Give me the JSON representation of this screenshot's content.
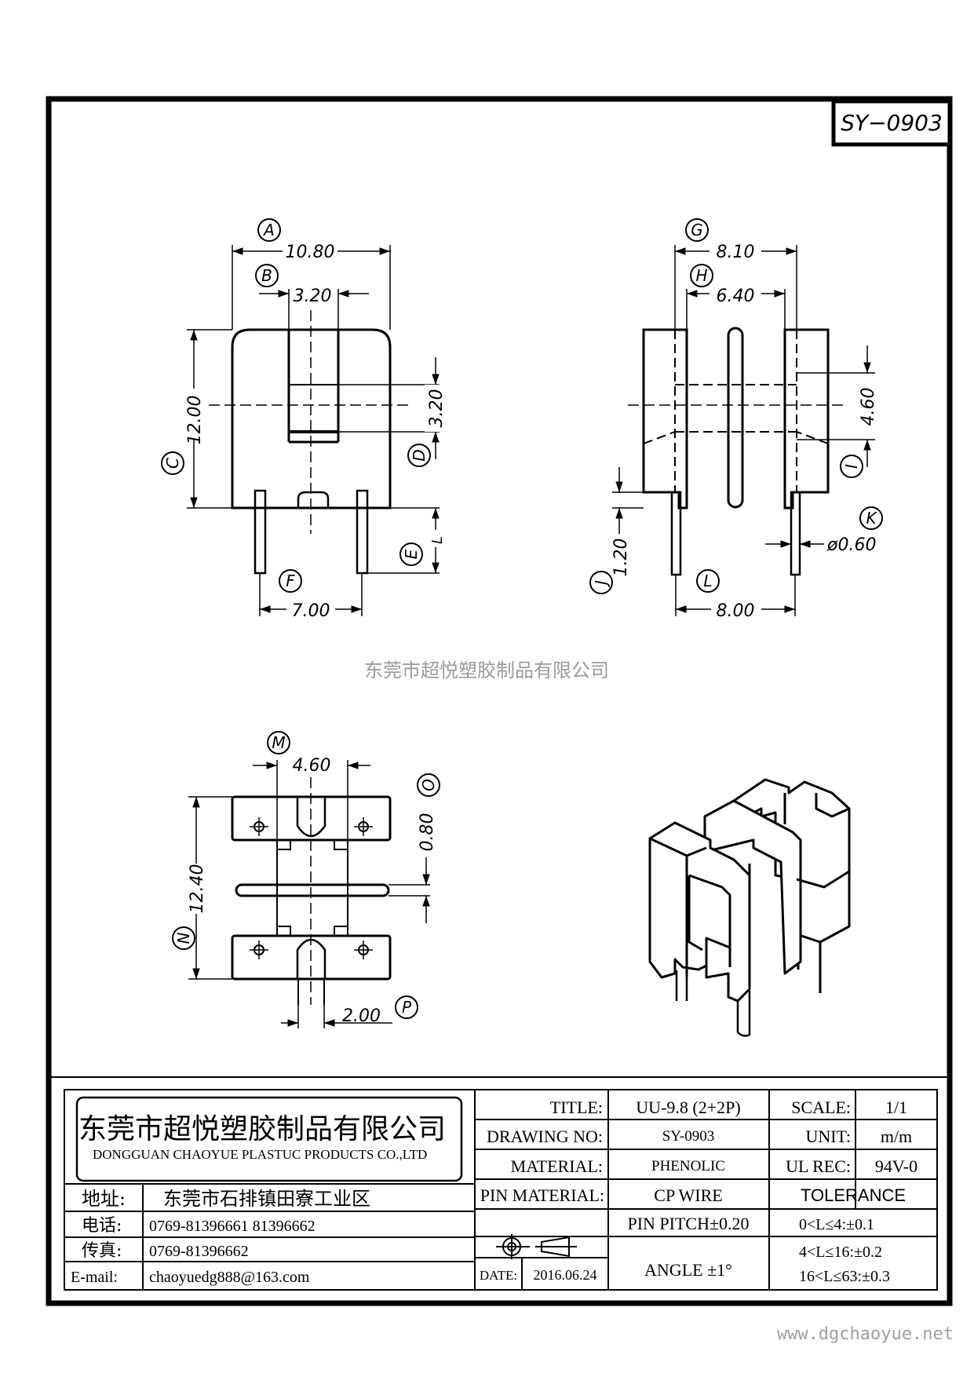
{
  "drawing_code": "SY−0903",
  "watermark": "东莞市超悦塑胶制品有限公司",
  "website": "www.dgchaoyue.net",
  "dims": {
    "A": "10.80",
    "B": "3.20",
    "C": "12.00",
    "D": "3.20",
    "E": "L",
    "F": "7.00",
    "G": "8.10",
    "H": "6.40",
    "I": "4.60",
    "J": "1.20",
    "K": "ø0.60",
    "L": "8.00",
    "M": "4.60",
    "N": "12.40",
    "O": "0.80",
    "P": "2.00"
  },
  "letters": [
    "A",
    "B",
    "C",
    "D",
    "E",
    "F",
    "G",
    "H",
    "I",
    "J",
    "K",
    "L",
    "M",
    "N",
    "O",
    "P"
  ],
  "company": {
    "name_cn": "东莞市超悦塑胶制品有限公司",
    "name_en": "DONGGUAN CHAOYUE PLASTUC PRODUCTS CO.,LTD",
    "address_label": "地址:",
    "address": "东莞市石排镇田寮工业区",
    "phone_label": "电话:",
    "phone": "0769-81396661   81396662",
    "fax_label": "传真:",
    "fax": "0769-81396662",
    "email_label": "E-mail:",
    "email": "chaoyuedg888@163.com"
  },
  "title_block": {
    "title_label": "TITLE:",
    "title": "UU-9.8 (2+2P)",
    "scale_label": "SCALE:",
    "scale": "1/1",
    "drawing_no_label": "DRAWING NO:",
    "drawing_no": "SY-0903",
    "unit_label": "UNIT:",
    "unit": "m/m",
    "material_label": "MATERIAL:",
    "material": "PHENOLIC",
    "ul_label": "UL REC:",
    "ul": "94V-0",
    "pin_material_label": "PIN MATERIAL:",
    "pin_material": "CP WIRE",
    "tolerance_label": "TOLERANCE",
    "pin_pitch": "PIN PITCH±0.20",
    "tol1": "0<L≤4:±0.1",
    "tol2": "4<L≤16:±0.2",
    "tol3": "16<L≤63:±0.3",
    "date_label": "DATE:",
    "date": "2016.06.24",
    "angle": "ANGLE  ±1°"
  },
  "colors": {
    "line": "#000000",
    "watermark": "#9a9a9a"
  }
}
